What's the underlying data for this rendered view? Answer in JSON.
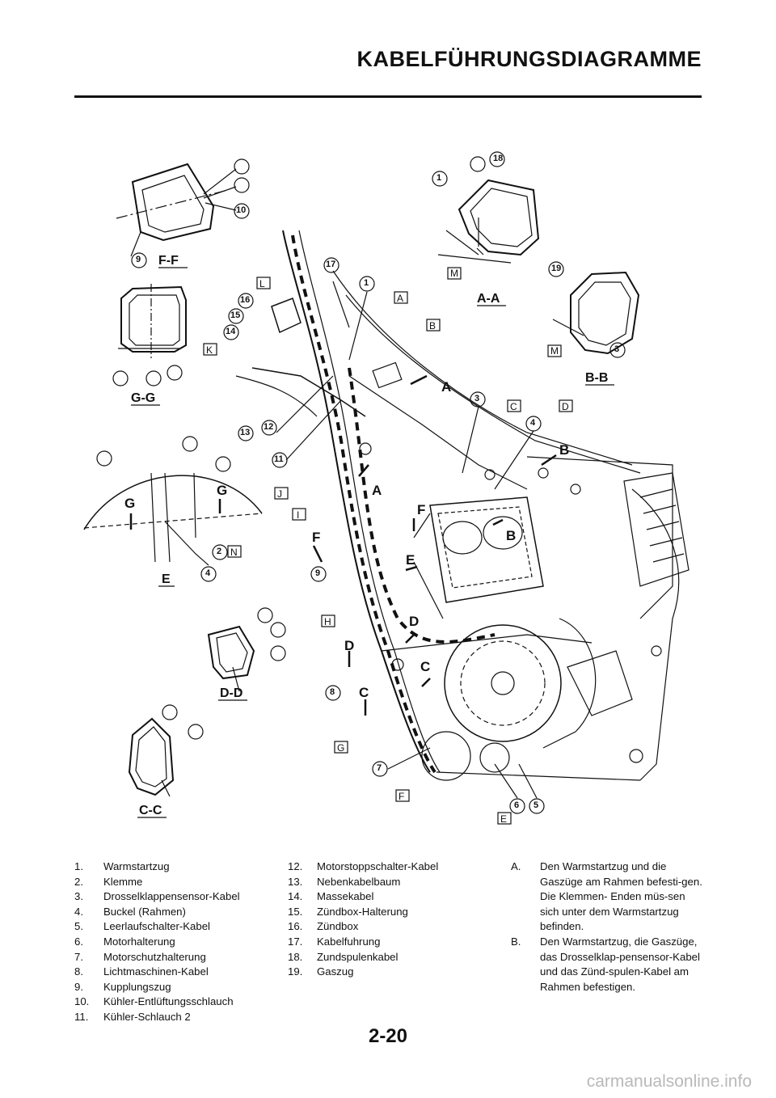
{
  "header": {
    "title": "KABELFÜHRUNGSDIAGRAMME"
  },
  "diagram": {
    "sections": [
      "F-F",
      "A-A",
      "G-G",
      "B-B",
      "E",
      "D-D",
      "C-C"
    ],
    "view_arrows": [
      "A",
      "A",
      "B",
      "B",
      "C",
      "C",
      "D",
      "D",
      "E",
      "F",
      "F",
      "G",
      "G"
    ],
    "box_letters": [
      "A",
      "B",
      "C",
      "D",
      "E",
      "F",
      "G",
      "H",
      "I",
      "J",
      "K",
      "L",
      "M",
      "M",
      "N"
    ],
    "callouts": [
      "1",
      "2",
      "3",
      "4",
      "5",
      "6",
      "7",
      "8",
      "9",
      "10",
      "11",
      "12",
      "13",
      "14",
      "15",
      "16",
      "17",
      "18",
      "19"
    ]
  },
  "legend": {
    "col1": [
      {
        "n": "1.",
        "t": "Warmstartzug"
      },
      {
        "n": "2.",
        "t": "Klemme"
      },
      {
        "n": "3.",
        "t": "Drosselklappensensor-Kabel"
      },
      {
        "n": "4.",
        "t": "Buckel (Rahmen)"
      },
      {
        "n": "5.",
        "t": "Leerlaufschalter-Kabel"
      },
      {
        "n": "6.",
        "t": "Motorhalterung"
      },
      {
        "n": "7.",
        "t": "Motorschutzhalterung"
      },
      {
        "n": "8.",
        "t": "Lichtmaschinen-Kabel"
      },
      {
        "n": "9.",
        "t": "Kupplungszug"
      },
      {
        "n": "10.",
        "t": "Kühler-Entlüftungsschlauch"
      },
      {
        "n": "11.",
        "t": "Kühler-Schlauch 2"
      }
    ],
    "col2": [
      {
        "n": "12.",
        "t": "Motorstoppschalter-Kabel"
      },
      {
        "n": "13.",
        "t": "Nebenkabelbaum"
      },
      {
        "n": "14.",
        "t": "Massekabel"
      },
      {
        "n": "15.",
        "t": "Zündbox-Halterung"
      },
      {
        "n": "16.",
        "t": "Zündbox"
      },
      {
        "n": "17.",
        "t": "Kabelfuhrung"
      },
      {
        "n": "18.",
        "t": "Zundspulenkabel"
      },
      {
        "n": "19.",
        "t": "Gaszug"
      }
    ],
    "col3": [
      {
        "n": "A.",
        "t": "Den Warmstartzug und die Gaszüge am Rahmen befesti-gen. Die Klemmen- Enden müs-sen sich unter dem Warmstartzug befinden."
      },
      {
        "n": "B.",
        "t": "Den Warmstartzug, die Gaszüge, das Drosselklap-pensensor-Kabel und das Zünd-spulen-Kabel am Rahmen befestigen."
      }
    ]
  },
  "footer": {
    "page_number": "2-20",
    "watermark": "carmanualsonline.info"
  }
}
